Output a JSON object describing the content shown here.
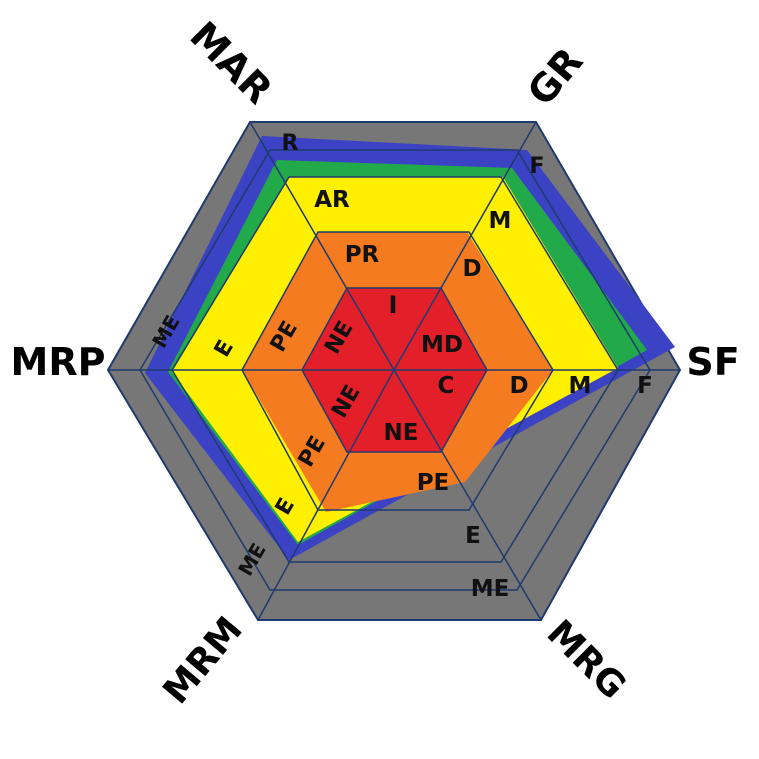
{
  "axes": {
    "mar": "MAR",
    "gr": "GR",
    "sf": "SF",
    "mrg": "MRG",
    "mrm": "MRM",
    "mrp": "MRP"
  },
  "ring_labels": {
    "r": "R",
    "f_top": "F",
    "ar": "AR",
    "m_top": "M",
    "pr": "PR",
    "d_top": "D",
    "i": "I",
    "md": "MD",
    "ne_upper": "NE",
    "ne_lower": "NE",
    "ne_bottom": "NE",
    "c": "C",
    "d_right": "D",
    "m_right": "M",
    "f_right": "F",
    "pe_upper": "PE",
    "pe_lower": "PE",
    "pe_bottom": "PE",
    "e_upper": "E",
    "e_lower": "E",
    "e_bottom": "E",
    "me_upper": "ME",
    "me_lower": "ME",
    "me_bottom": "ME"
  },
  "colors": {
    "background_hex": "#777777",
    "blue": "#3B42C4",
    "green": "#22AA4A",
    "yellow": "#FFEF00",
    "orange": "#F47B20",
    "red": "#E3202A",
    "grid": "#1F3A6E"
  }
}
